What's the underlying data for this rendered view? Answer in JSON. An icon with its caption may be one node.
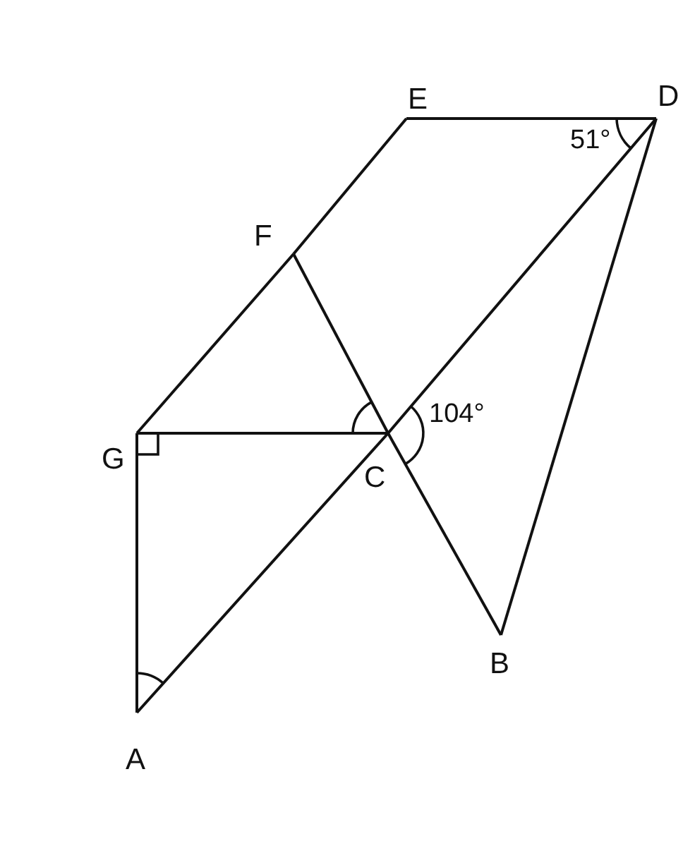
{
  "diagram": {
    "nodes": [
      {
        "text": [
          "E"
        ]
      },
      {
        "text": [
          "D"
        ]
      },
      {
        "text": [
          "F"
        ]
      },
      {
        "text": [
          "G"
        ]
      },
      {
        "text": [
          "C"
        ]
      },
      {
        "text": [
          "B"
        ]
      },
      {
        "text": [
          "A"
        ]
      }
    ],
    "edges": [
      {
        "from": 0,
        "to": 1,
        "arrow": "none"
      },
      {
        "from": 0,
        "to": 2,
        "arrow": "none"
      },
      {
        "from": 2,
        "to": 3,
        "arrow": "none"
      },
      {
        "from": 3,
        "to": 6,
        "arrow": "none"
      },
      {
        "from": 3,
        "to": 4,
        "arrow": "none"
      },
      {
        "from": 6,
        "to": 4,
        "arrow": "none"
      },
      {
        "from": 4,
        "to": 1,
        "arrow": "none"
      },
      {
        "from": 2,
        "to": 4,
        "arrow": "none"
      },
      {
        "from": 4,
        "to": 5,
        "arrow": "none"
      },
      {
        "from": 1,
        "to": 5,
        "arrow": "none"
      }
    ],
    "labels": [
      "51°",
      "104°"
    ]
  }
}
